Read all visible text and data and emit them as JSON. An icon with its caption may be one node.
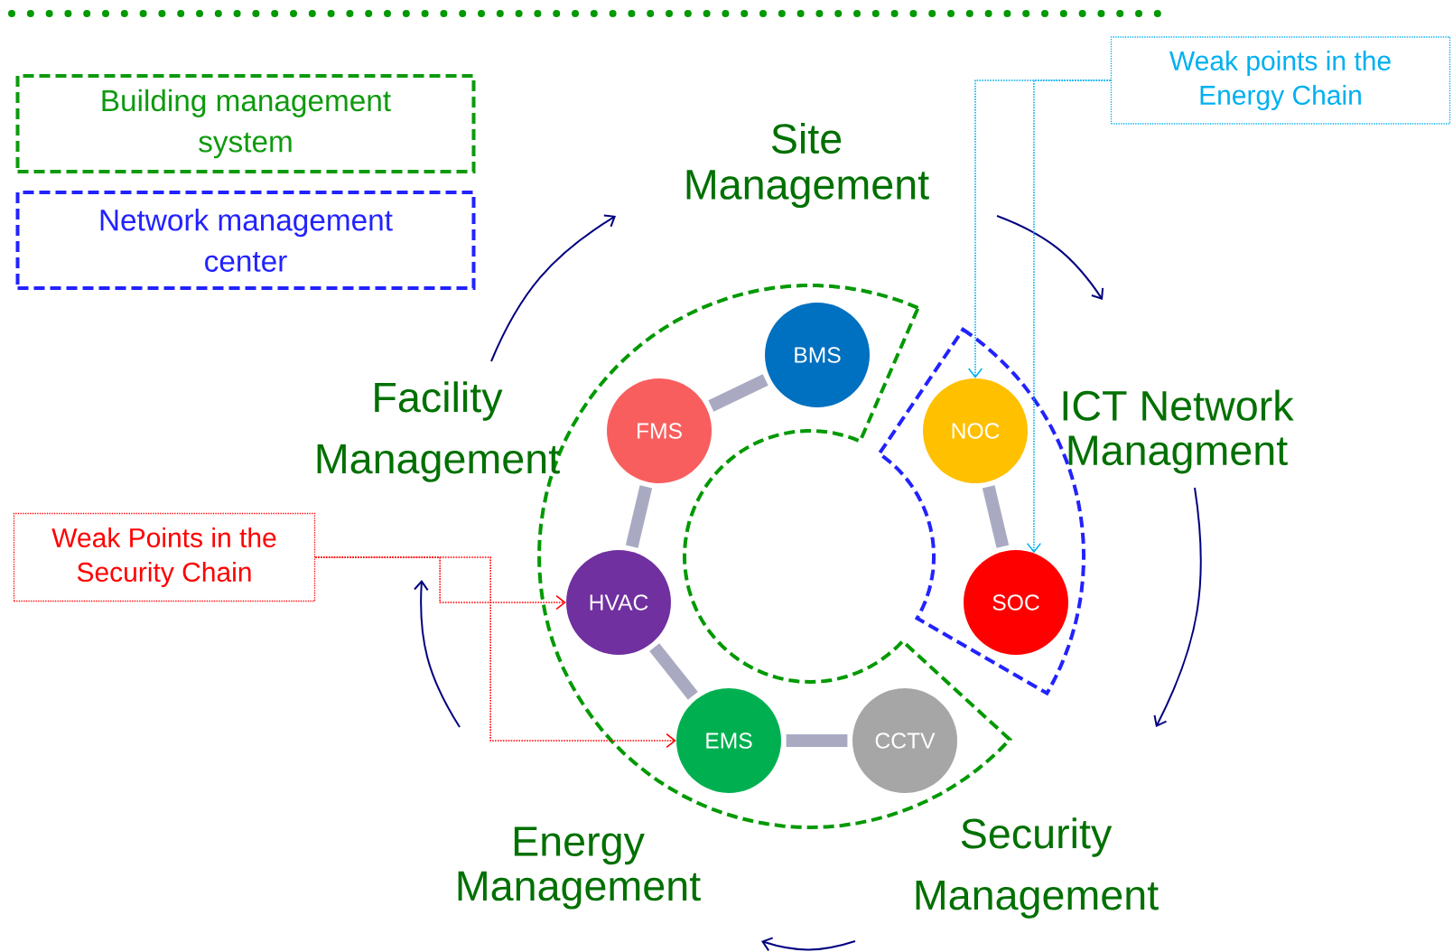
{
  "diagram": {
    "nodes": [
      {
        "text": [
          "Building management system"
        ]
      },
      {
        "text": [
          "Network management center"
        ]
      },
      {
        "text": [
          "Site Management"
        ]
      },
      {
        "text": [
          "ICT Network Managment"
        ]
      },
      {
        "text": [
          "Security Management"
        ]
      },
      {
        "text": [
          "Energy Management"
        ]
      },
      {
        "text": [
          "Facility Management"
        ]
      },
      {
        "text": [
          "Weak points in the Energy Chain"
        ]
      },
      {
        "text": [
          "Weak Points in the Security Chain"
        ]
      },
      {
        "text": [
          "BMS"
        ]
      },
      {
        "text": [
          "FMS"
        ]
      },
      {
        "text": [
          "HVAC"
        ]
      },
      {
        "text": [
          "EMS"
        ]
      },
      {
        "text": [
          "CCTV"
        ]
      },
      {
        "text": [
          "NOC"
        ]
      },
      {
        "text": [
          "SOC"
        ]
      }
    ],
    "edges": [
      {
        "from": 6,
        "to": 2,
        "arrow": "to"
      },
      {
        "from": 2,
        "to": 3,
        "arrow": "to"
      },
      {
        "from": 3,
        "to": 4,
        "arrow": "to"
      },
      {
        "from": 4,
        "to": 5,
        "arrow": "to"
      },
      {
        "from": 5,
        "to": 6,
        "arrow": "to"
      },
      {
        "from": 9,
        "to": 10,
        "arrow": "none",
        "style": "thick",
        "color": "#a9aac2"
      },
      {
        "from": 10,
        "to": 11,
        "arrow": "none",
        "style": "thick",
        "color": "#a9aac2"
      },
      {
        "from": 11,
        "to": 12,
        "arrow": "none",
        "style": "thick",
        "color": "#a9aac2"
      },
      {
        "from": 12,
        "to": 13,
        "arrow": "none",
        "style": "thick",
        "color": "#a9aac2"
      },
      {
        "from": 14,
        "to": 15,
        "arrow": "none",
        "style": "thick",
        "color": "#a9aac2"
      },
      {
        "from": 7,
        "to": 14,
        "arrow": "to",
        "style": "dashed",
        "color": "#00b0f0"
      },
      {
        "from": 7,
        "to": 15,
        "arrow": "to",
        "style": "dashed",
        "color": "#00b0f0"
      },
      {
        "from": 8,
        "to": 11,
        "arrow": "to",
        "style": "dashed",
        "color": "#ff0000"
      },
      {
        "from": 8,
        "to": 12,
        "arrow": "to",
        "style": "dashed",
        "color": "#ff0000"
      }
    ]
  }
}
